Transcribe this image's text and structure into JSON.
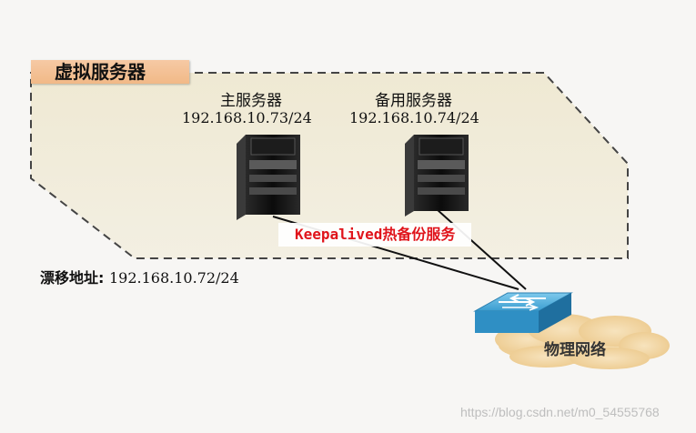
{
  "diagram": {
    "group_title": "虚拟服务器",
    "primary_server": {
      "title": "主服务器",
      "ip": "192.168.10.73/24"
    },
    "backup_server": {
      "title": "备用服务器",
      "ip": "192.168.10.74/24"
    },
    "keepalived_label": "Keepalived热备份服务",
    "floating_address": {
      "label": "漂移地址:",
      "ip": "192.168.10.72/24"
    },
    "network_label": "物理网络",
    "watermark": "https://blog.csdn.net/m0_54555768"
  },
  "colors": {
    "group_fill": "#efe9d6",
    "group_border": "#444444",
    "tab_fill": "#f1b987",
    "keepalived_text": "#e0141b",
    "switch_blue": "#3f9fd1",
    "cloud_fill": "#f1d6a6"
  }
}
